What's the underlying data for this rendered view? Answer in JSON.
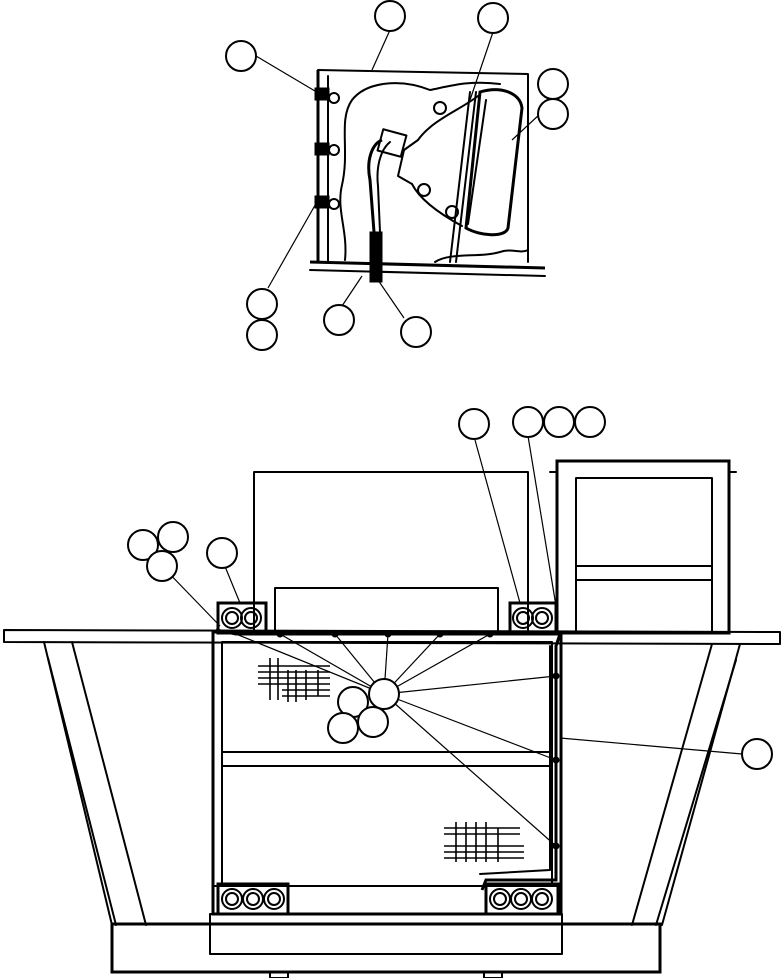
{
  "figure": {
    "views": [
      "floodlight-detail",
      "vehicle-rear-view"
    ],
    "callout_count": 23,
    "callout_labels": []
  }
}
